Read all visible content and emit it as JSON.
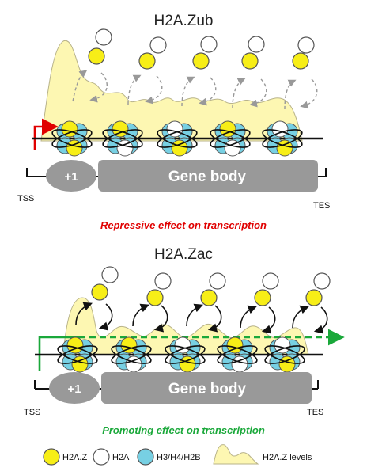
{
  "panels": [
    {
      "title": "H2A.Zub",
      "promoter_label": "+1",
      "gene_body_label": "Gene body",
      "tss_label": "TSS",
      "tes_label": "TES",
      "effect_text": "Repressive effect on transcription",
      "effect_color": "#e00000",
      "arrow_color": "#999999"
    },
    {
      "title": "H2A.Zac",
      "promoter_label": "+1",
      "gene_body_label": "Gene body",
      "tss_label": "TSS",
      "tes_label": "TES",
      "effect_text": "Promoting effect on transcription",
      "effect_color": "#1aa83a",
      "arrow_color": "#111111"
    }
  ],
  "legend": {
    "items": [
      {
        "label": "H2A.Z",
        "swatch": "yellow-circle"
      },
      {
        "label": "H2A",
        "swatch": "white-circle"
      },
      {
        "label": "H3/H4/H2B",
        "swatch": "cyan-circle"
      },
      {
        "label": "H2A.Z levels",
        "swatch": "yellow-wave"
      }
    ]
  },
  "colors": {
    "h2az": "#f7ee17",
    "h2a": "#ffffff",
    "h3h4h2b": "#77d0e3",
    "level_fill": "#fdf7b2",
    "gene_box": "#999999",
    "tss_arrow_repressed": "#e00000",
    "tss_arrow_active": "#1aa83a"
  }
}
